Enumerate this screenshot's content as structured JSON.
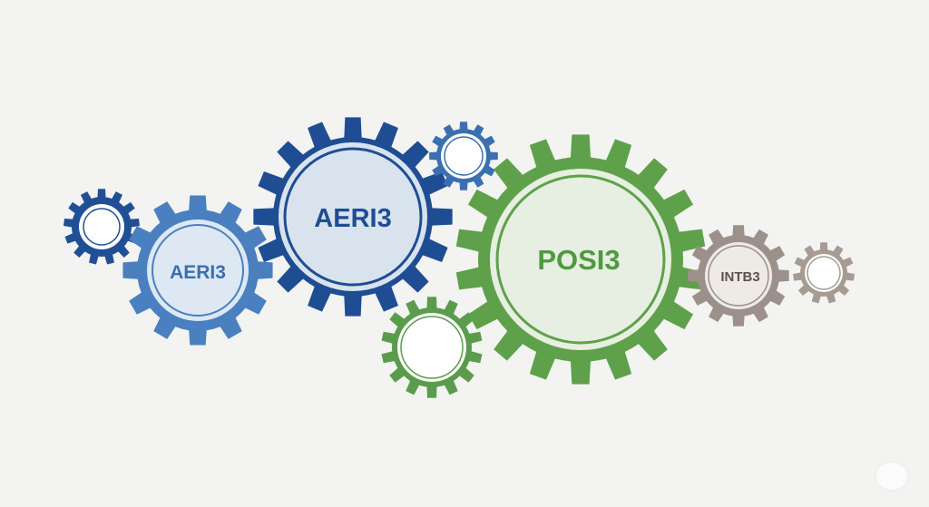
{
  "background": "#f3f3f2",
  "gears": [
    {
      "id": "gear-small-blue-left",
      "label": "",
      "color": "#214f96",
      "face": "#ffffff"
    },
    {
      "id": "gear-aeri3-medium",
      "label": "AERI3",
      "color": "#4a80c0",
      "face": "#dde8f3",
      "label_color": "#3a6fb0"
    },
    {
      "id": "gear-aeri3-large",
      "label": "AERI3",
      "color": "#1f4d93",
      "face": "#d9e3ee",
      "label_color": "#1f4d93"
    },
    {
      "id": "gear-small-blue-top",
      "label": "",
      "color": "#3a6fb0",
      "face": "#ffffff"
    },
    {
      "id": "gear-small-green",
      "label": "",
      "color": "#5a9c4c",
      "face": "#ffffff"
    },
    {
      "id": "gear-posi3",
      "label": "POSI3",
      "color": "#5ea14a",
      "face": "#e6efe1",
      "label_color": "#4f9a40"
    },
    {
      "id": "gear-intb3",
      "label": "INTB3",
      "color": "#9c918a",
      "face": "#eeebe7",
      "label_color": "#5c534d"
    },
    {
      "id": "gear-small-gray-right",
      "label": "",
      "color": "#a69b93",
      "face": "#ffffff"
    }
  ]
}
